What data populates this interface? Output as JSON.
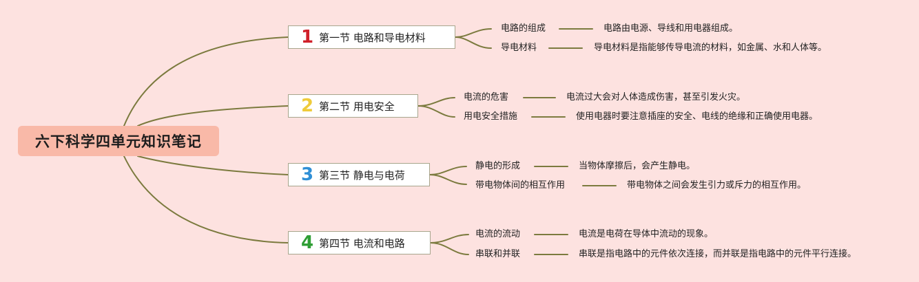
{
  "title": "六下科学四单元知识笔记",
  "colors": {
    "background": "#fde2e0",
    "root": "#f9b9a8",
    "line": "#7b7a3e"
  },
  "sections": [
    {
      "number": "1",
      "color": "#d0202a",
      "title": "第一节 电路和导电材料",
      "items": [
        {
          "term": "电路的组成",
          "desc": "电路由电源、导线和用电器组成。"
        },
        {
          "term": "导电材料",
          "desc": "导电材料是指能够传导电流的材料，如金属、水和人体等。"
        }
      ]
    },
    {
      "number": "2",
      "color": "#efcb3b",
      "title": "第二节 用电安全",
      "items": [
        {
          "term": "电流的危害",
          "desc": "电流过大会对人体造成伤害，甚至引发火灾。"
        },
        {
          "term": "用电安全措施",
          "desc": "使用电器时要注意插座的安全、电线的绝缘和正确使用电器。"
        }
      ]
    },
    {
      "number": "3",
      "color": "#2f8fd6",
      "title": "第三节 静电与电荷",
      "items": [
        {
          "term": "静电的形成",
          "desc": "当物体摩擦后，会产生静电。"
        },
        {
          "term": "带电物体间的相互作用",
          "desc": "带电物体之间会发生引力或斥力的相互作用。"
        }
      ]
    },
    {
      "number": "4",
      "color": "#2f9e35",
      "title": "第四节 电流和电路",
      "items": [
        {
          "term": "电流的流动",
          "desc": "电流是电荷在导体中流动的现象。"
        },
        {
          "term": "串联和并联",
          "desc": "串联是指电路中的元件依次连接，而并联是指电路中的元件平行连接。"
        }
      ]
    }
  ]
}
